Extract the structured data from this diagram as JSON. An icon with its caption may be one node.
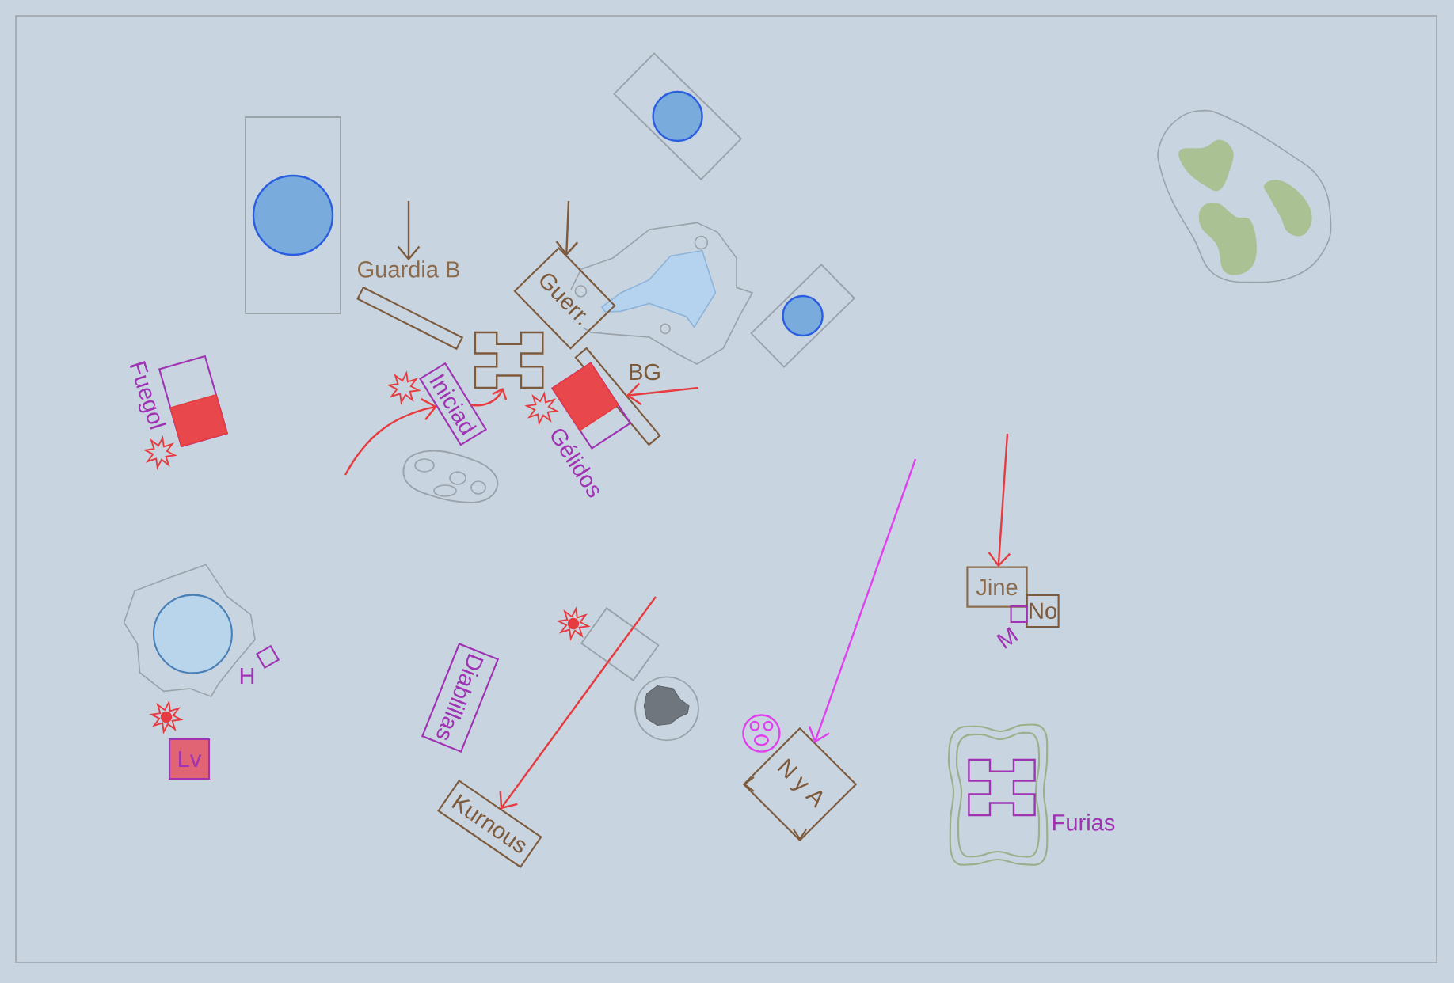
{
  "diagram": {
    "nodes": [
      {
        "text": [
          "Guardia B"
        ]
      },
      {
        "text": [
          "Guerr."
        ]
      },
      {
        "text": [],
        "shape": "castle"
      },
      {
        "text": [
          "Fuegol"
        ]
      },
      {
        "text": [
          "Iniciad"
        ]
      },
      {
        "text": [
          "BG"
        ]
      },
      {
        "text": [
          "Gélidos"
        ]
      },
      {
        "text": [
          "Jine"
        ]
      },
      {
        "text": [
          "No"
        ]
      },
      {
        "text": [
          "M"
        ]
      },
      {
        "text": [
          "H"
        ]
      },
      {
        "text": [
          "Diablillas"
        ]
      },
      {
        "text": [
          "N y A"
        ]
      },
      {
        "text": [
          "Lv"
        ]
      },
      {
        "text": [
          "Kurnous"
        ]
      },
      {
        "text": [
          "Furias"
        ]
      }
    ],
    "edges": [
      {
        "from": null,
        "to": 0,
        "arrow": "to",
        "color": "#7d5a3c"
      },
      {
        "from": null,
        "to": 1,
        "arrow": "to",
        "color": "#7d5a3c"
      },
      {
        "from": null,
        "to": 4,
        "arrow": "to"
      },
      {
        "from": 4,
        "to": 2,
        "arrow": "to"
      },
      {
        "from": null,
        "to": 5,
        "arrow": "to"
      },
      {
        "from": null,
        "to": 7,
        "arrow": "to"
      },
      {
        "from": null,
        "to": 12,
        "arrow": "to",
        "color": "#e040ee"
      },
      {
        "from": null,
        "to": 14,
        "arrow": "to"
      }
    ]
  }
}
